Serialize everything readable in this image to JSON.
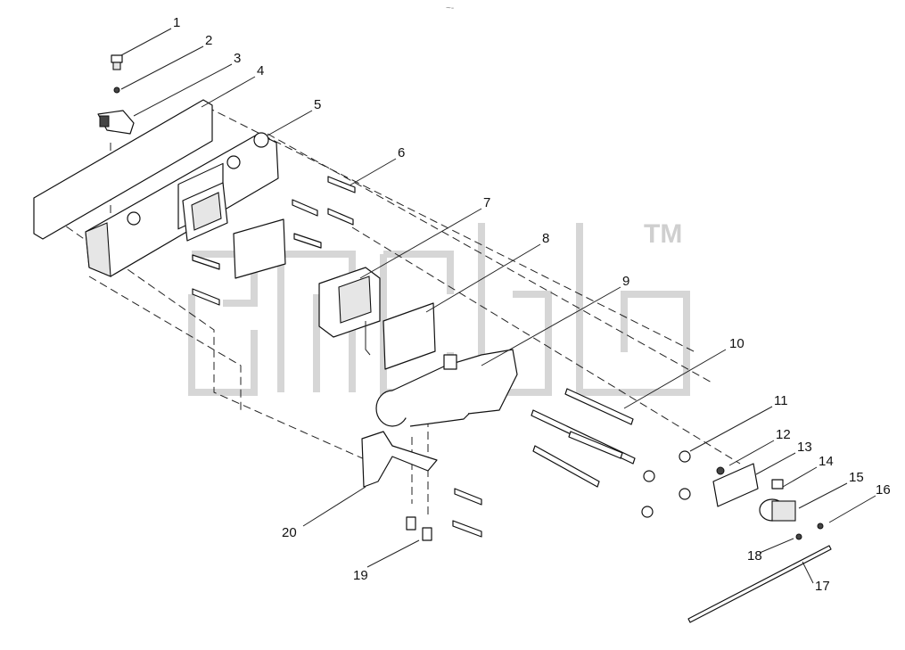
{
  "watermark": {
    "trademark": "TM"
  },
  "top_mark": "~-",
  "callouts": [
    {
      "number": "1"
    },
    {
      "number": "2"
    },
    {
      "number": "3"
    },
    {
      "number": "4"
    },
    {
      "number": "5"
    },
    {
      "number": "6"
    },
    {
      "number": "7"
    },
    {
      "number": "8"
    },
    {
      "number": "9"
    },
    {
      "number": "10"
    },
    {
      "number": "11"
    },
    {
      "number": "12"
    },
    {
      "number": "13"
    },
    {
      "number": "14"
    },
    {
      "number": "15"
    },
    {
      "number": "16"
    },
    {
      "number": "17"
    },
    {
      "number": "18"
    },
    {
      "number": "19"
    },
    {
      "number": "20"
    }
  ]
}
